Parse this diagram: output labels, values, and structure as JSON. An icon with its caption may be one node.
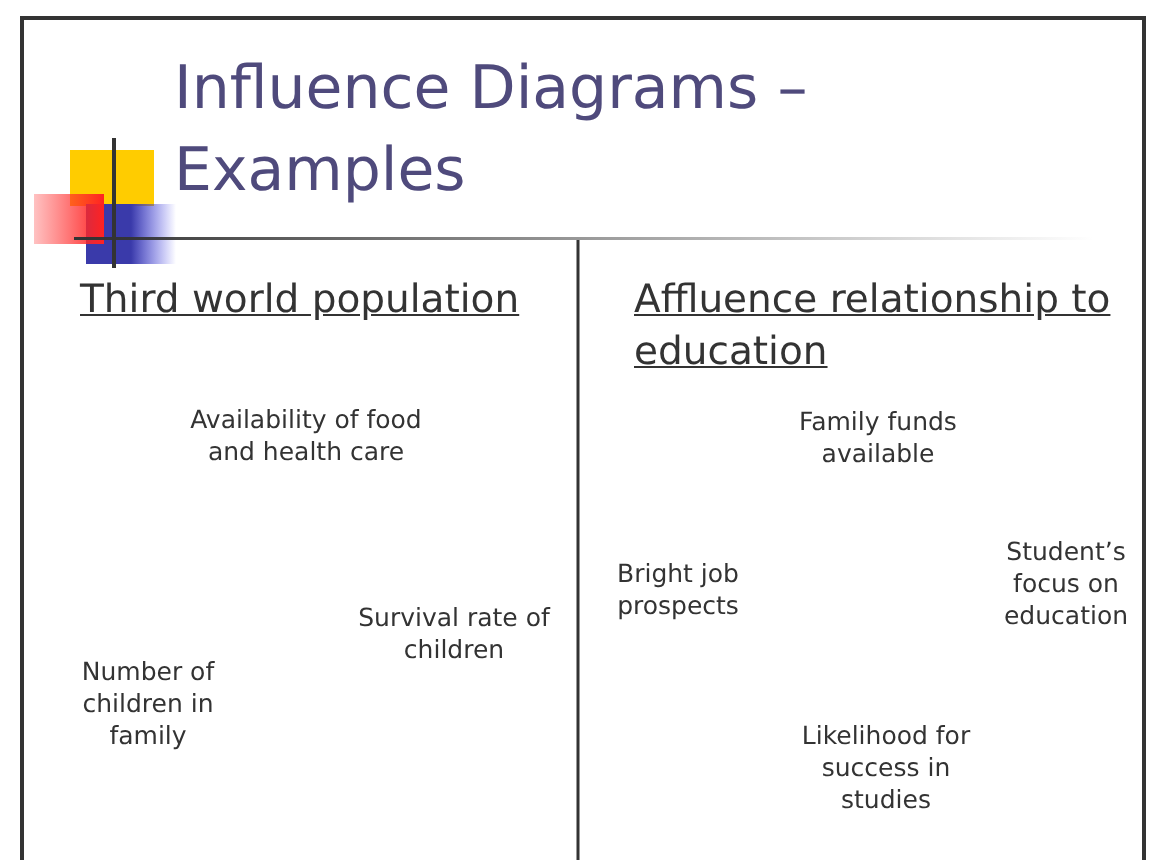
{
  "diagram": {
    "title": "Influence Diagrams – Examples",
    "labels": [
      "Third world population",
      "Availability of food and health care",
      "Survival rate of children",
      "Number of children in family",
      "Affluence relationship to education",
      "Family funds available",
      "Bright job prospects",
      "Student’s focus on education",
      "Likelihood for success in studies"
    ]
  }
}
